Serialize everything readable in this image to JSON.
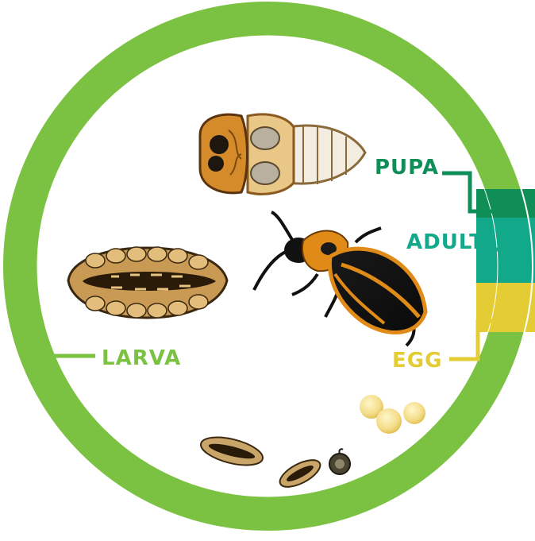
{
  "diagram": {
    "colors": {
      "ring": "#7cc242",
      "pupa": "#0f8f57",
      "adult": "#12a98a",
      "egg": "#e4cc35",
      "larva": "#7cc242"
    },
    "stages": {
      "pupa": {
        "label": "PUPA",
        "icon": "pupa-illustration"
      },
      "adult": {
        "label": "ADULT",
        "icon": "firefly-beetle-illustration"
      },
      "egg": {
        "label": "EGG",
        "icon": "egg-cluster-illustration"
      },
      "larva": {
        "label": "LARVA",
        "icon": "larva-illustration"
      }
    },
    "hatchlings": {
      "icon": "young-larvae-illustration"
    }
  }
}
